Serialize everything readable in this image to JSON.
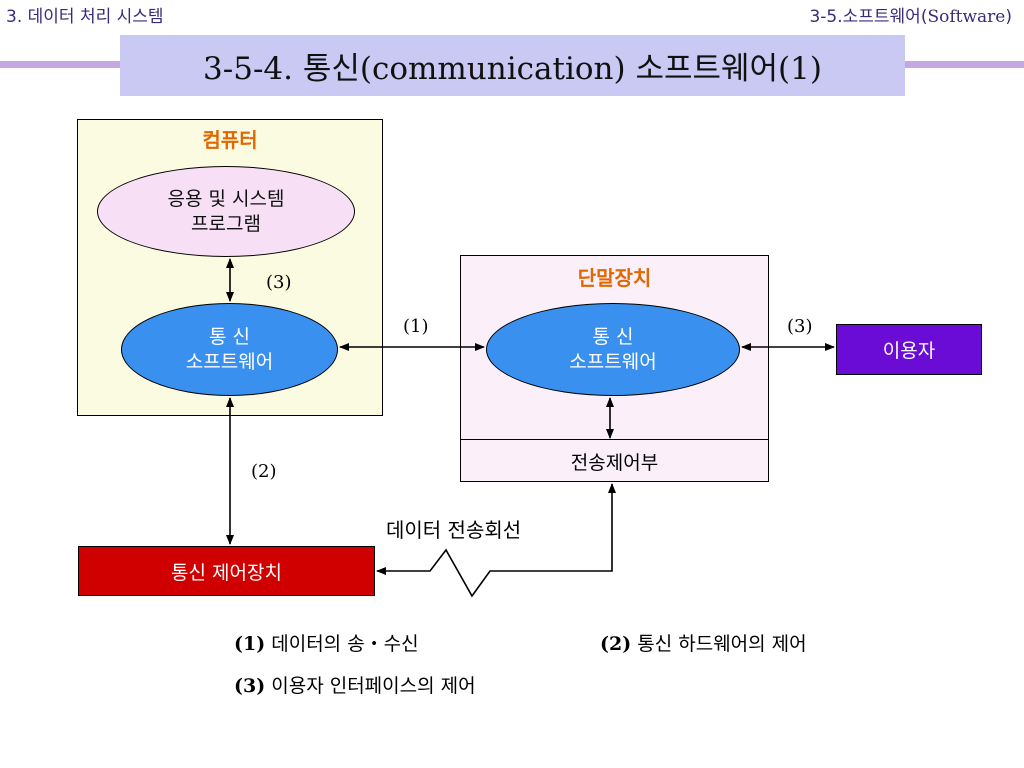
{
  "header": {
    "section_left": "3. 데이터 처리 시스템",
    "section_right_prefix": "3-5.소프트웨어(",
    "section_right_en": "Software",
    "section_right_suffix": ")"
  },
  "title": "3-5-4.  통신(communication) 소프트웨어(1)",
  "computer": {
    "label": "컴퓨터",
    "app_program": "응용 및 시스템\n프로그램",
    "comm_software": "통  신\n소프트웨어"
  },
  "terminal": {
    "label": "단말장치",
    "comm_software": "통    신\n소프트웨어",
    "transfer_control": "전송제어부"
  },
  "user": "이용자",
  "comm_control_device": "통신 제어장치",
  "data_line_label": "데이터 전송회선",
  "links": {
    "app_to_comm": "(3)",
    "computer_to_terminal": "(1)",
    "terminal_to_user": "(3)",
    "comm_to_control": "(2)"
  },
  "legend": [
    {
      "num": "(1)",
      "text": " 데이터의 송・수신"
    },
    {
      "num": "(2)",
      "text": " 통신 하드웨어의 제어"
    },
    {
      "num": "(3)",
      "text": " 이용자 인터페이스의 제어"
    }
  ],
  "colors": {
    "title_bg": "#c9c9f3",
    "rule": "#c5a8e3",
    "computer_bg": "#fbfbe2",
    "terminal_bg": "#fbeff9",
    "comm_ellipse": "#3a90ee",
    "app_ellipse": "#f7e0f5",
    "user_box": "#6a0cd6",
    "control_box": "#d10000",
    "box_label": "#e06800"
  }
}
